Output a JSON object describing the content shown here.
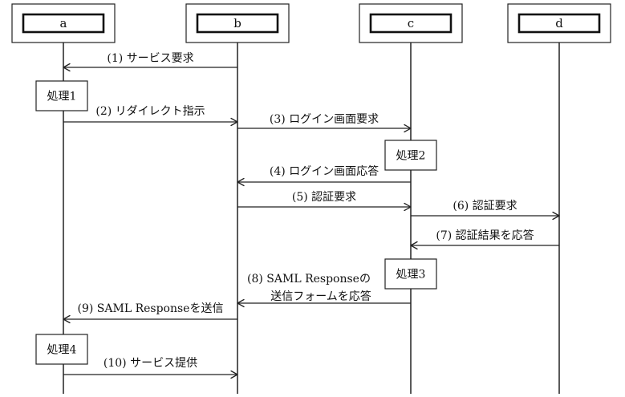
{
  "participants": [
    {
      "id": "a",
      "label": "a"
    },
    {
      "id": "b",
      "label": "b"
    },
    {
      "id": "c",
      "label": "c"
    },
    {
      "id": "d",
      "label": "d"
    }
  ],
  "messages": [
    {
      "from": "b",
      "to": "a",
      "lines": [
        "(1) サービス要求"
      ]
    },
    {
      "from": "a",
      "to": "b",
      "lines": [
        "(2) リダイレクト指示"
      ]
    },
    {
      "from": "b",
      "to": "c",
      "lines": [
        "(3) ログイン画面要求"
      ]
    },
    {
      "from": "c",
      "to": "b",
      "lines": [
        "(4) ログイン画面応答"
      ]
    },
    {
      "from": "b",
      "to": "c",
      "lines": [
        "(5) 認証要求"
      ]
    },
    {
      "from": "c",
      "to": "d",
      "lines": [
        "(6) 認証要求"
      ]
    },
    {
      "from": "d",
      "to": "c",
      "lines": [
        "(7) 認証結果を応答"
      ]
    },
    {
      "from": "c",
      "to": "b",
      "lines": [
        "(8) SAML Responseの",
        "送信フォームを応答"
      ]
    },
    {
      "from": "b",
      "to": "a",
      "lines": [
        "(9) SAML Responseを送信"
      ]
    },
    {
      "from": "a",
      "to": "b",
      "lines": [
        "(10) サービス提供"
      ]
    }
  ],
  "processes": [
    {
      "participant": "a",
      "label": "処理1"
    },
    {
      "participant": "c",
      "label": "処理2"
    },
    {
      "participant": "c",
      "label": "処理3"
    },
    {
      "participant": "a",
      "label": "処理4"
    }
  ]
}
